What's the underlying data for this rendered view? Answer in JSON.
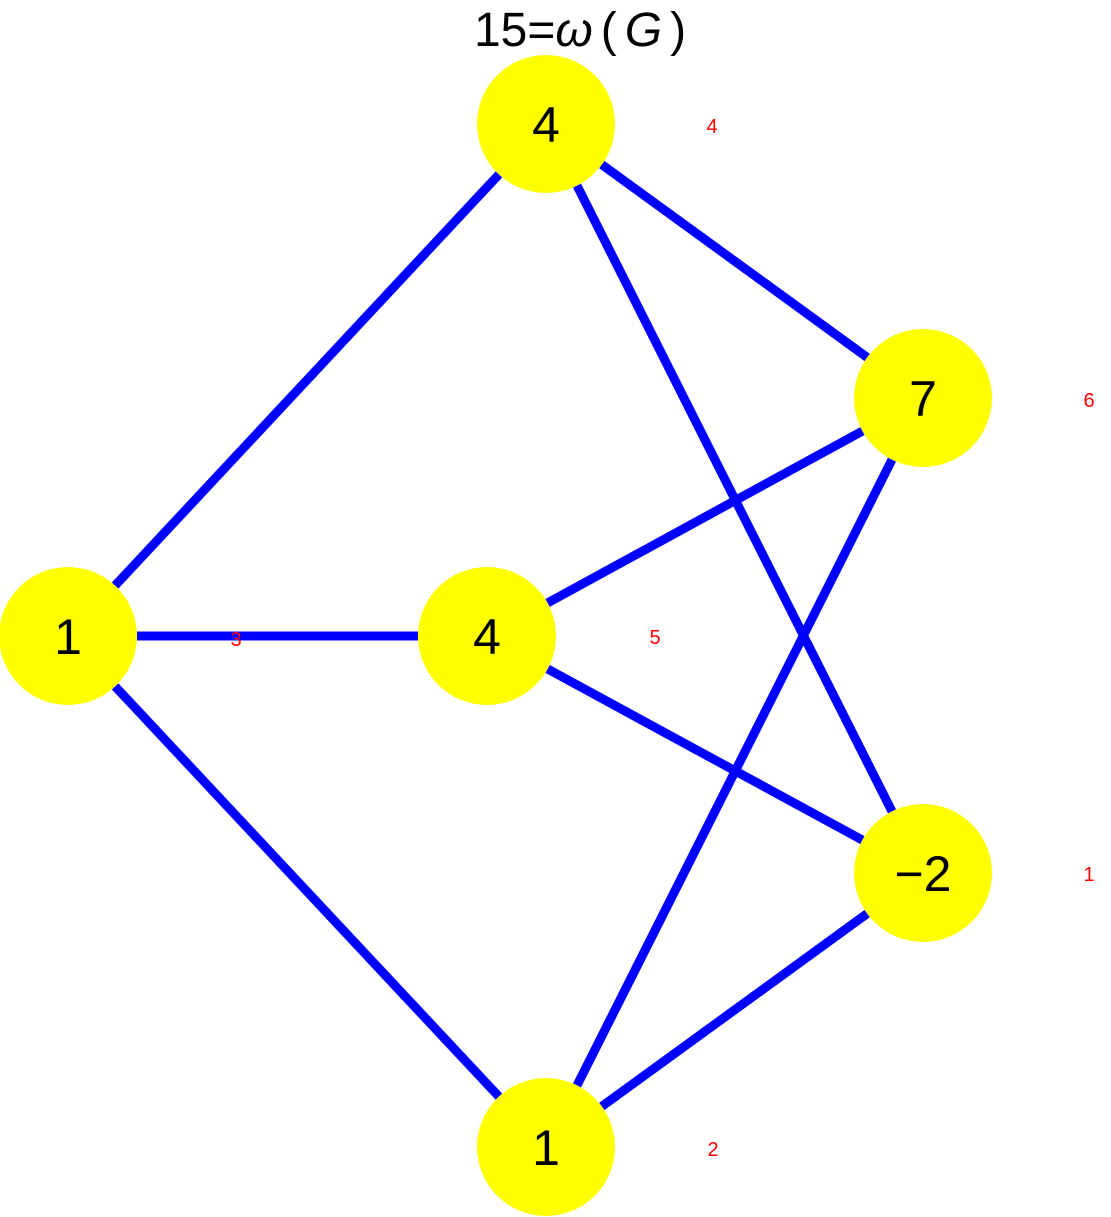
{
  "title": {
    "prefix": "15=",
    "omega": "ω",
    "open": "(",
    "g": "G",
    "close": ")"
  },
  "colors": {
    "node_fill": "#ffff00",
    "edge": "#0000ff",
    "node_id": "#ff0000",
    "label": "#000000"
  },
  "nodes": [
    {
      "id": "1",
      "weight": "−2"
    },
    {
      "id": "2",
      "weight": "1"
    },
    {
      "id": "3",
      "weight": "1"
    },
    {
      "id": "4",
      "weight": "4"
    },
    {
      "id": "5",
      "weight": "4"
    },
    {
      "id": "6",
      "weight": "7"
    }
  ],
  "edges": [
    [
      "4",
      "6"
    ],
    [
      "4",
      "1"
    ],
    [
      "4",
      "3"
    ],
    [
      "3",
      "5"
    ],
    [
      "3",
      "2"
    ],
    [
      "5",
      "6"
    ],
    [
      "5",
      "1"
    ],
    [
      "6",
      "2"
    ],
    [
      "1",
      "2"
    ]
  ]
}
